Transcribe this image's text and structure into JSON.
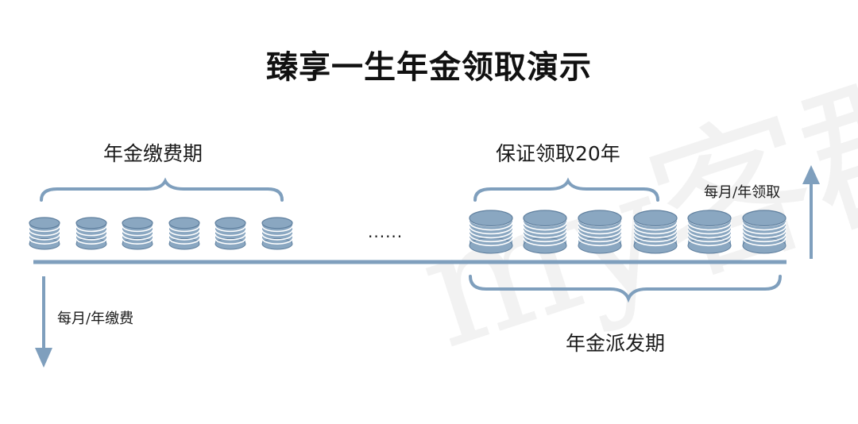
{
  "title": "臻享一生年金领取演示",
  "watermark": "my客群",
  "labels": {
    "payment_period": "年金缴费期",
    "guarantee_period": "保证领取20年",
    "monthly_claim": "每月/年领取",
    "monthly_payment": "每月/年缴费",
    "payout_period": "年金派发期",
    "ellipsis": "......"
  },
  "colors": {
    "accent": "#7f9fbd",
    "coin_fill": "#8aa7c1",
    "coin_stroke": "#5f7f9e",
    "text": "#1a1a1a"
  },
  "counts": {
    "payment_stacks": 6,
    "claim_stacks": 6
  }
}
